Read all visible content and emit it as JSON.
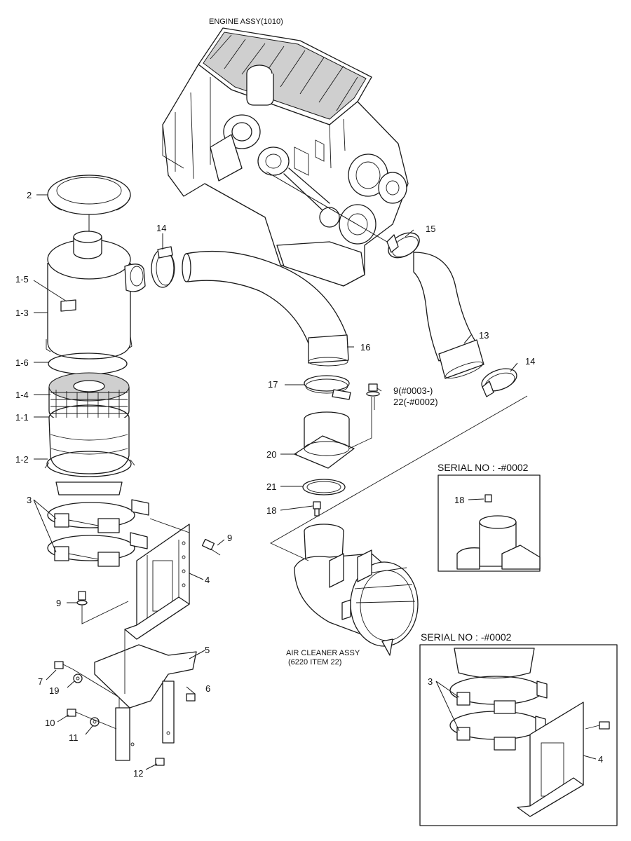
{
  "labels": {
    "engine_title": "ENGINE ASSY(1010)",
    "aircleaner_line1": "AIR CLEANER ASSY",
    "aircleaner_line2": "(6220 ITEM 22)",
    "serial_top": "SERIAL NO : -#0002",
    "serial_bottom": "SERIAL NO : -#0002"
  },
  "callouts": {
    "p2": "2",
    "p14a": "14",
    "p15": "15",
    "p1_5": "1-5",
    "p1_3": "1-3",
    "p16": "16",
    "p13": "13",
    "p1_6": "1-6",
    "p14b": "14",
    "p17": "17",
    "p9a_line1": "9(#0003-)",
    "p9a_line2": "22(-#0002)",
    "p1_4": "1-4",
    "p1_1": "1-1",
    "p20": "20",
    "p1_2": "1-2",
    "p21": "21",
    "p3": "3",
    "p18": "18",
    "p18_inset": "18",
    "p9b": "9",
    "p4": "4",
    "p9c": "9",
    "p5": "5",
    "p7": "7",
    "p6": "6",
    "p19": "19",
    "p10": "10",
    "p11": "11",
    "p12": "12",
    "p3_inset": "3",
    "p4_inset": "4"
  }
}
